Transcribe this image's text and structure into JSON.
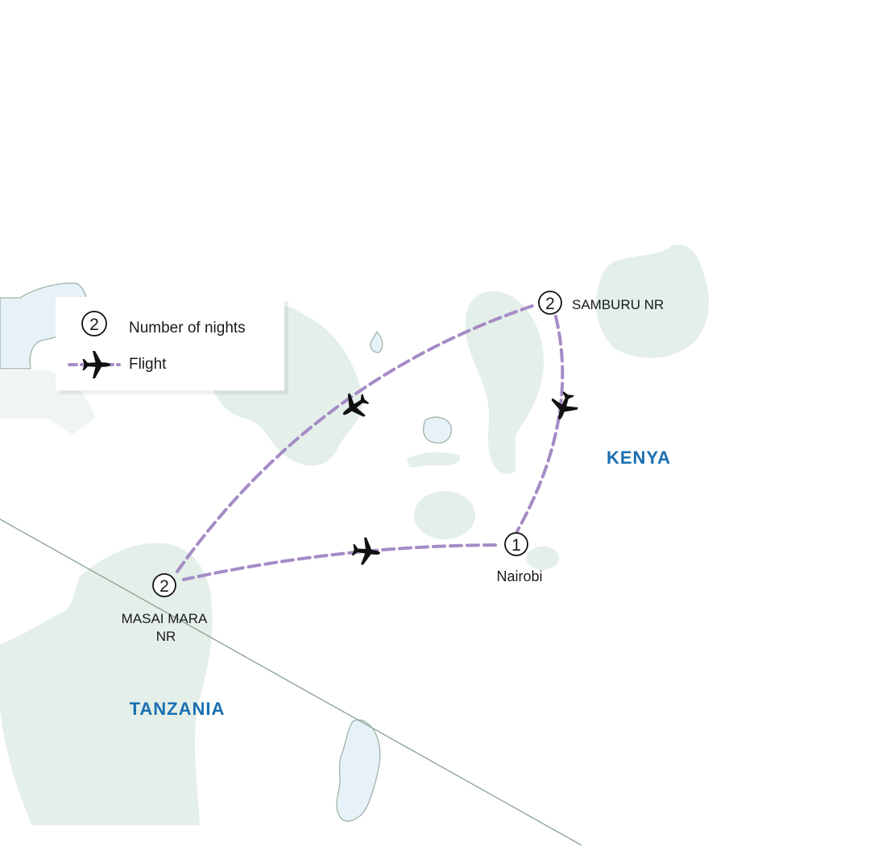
{
  "colors": {
    "land": "#e4efe9",
    "water": "#e6f2f8",
    "water_outline": "#9fb3a9",
    "border": "#8fa699",
    "route": "#a58bc6",
    "country_label": "#1a6fb0",
    "marker": "#111111"
  },
  "legend": {
    "nights_example": "2",
    "nights_label": "Number of nights",
    "flight_label": "Flight",
    "icons": [
      "nights-circle-icon",
      "plane-icon"
    ]
  },
  "countries": {
    "kenya": "KENYA",
    "tanzania": "TANZANIA"
  },
  "stops": [
    {
      "id": "samburu",
      "nights": "2",
      "label_lines": [
        "SAMBURU NR"
      ]
    },
    {
      "id": "masai-mara",
      "nights": "2",
      "label_lines": [
        "MASAI MARA",
        "NR"
      ]
    },
    {
      "id": "nairobi",
      "nights": "1",
      "label_lines": [
        "Nairobi"
      ]
    }
  ],
  "route": {
    "mode": "flight",
    "icon": "plane-icon"
  }
}
